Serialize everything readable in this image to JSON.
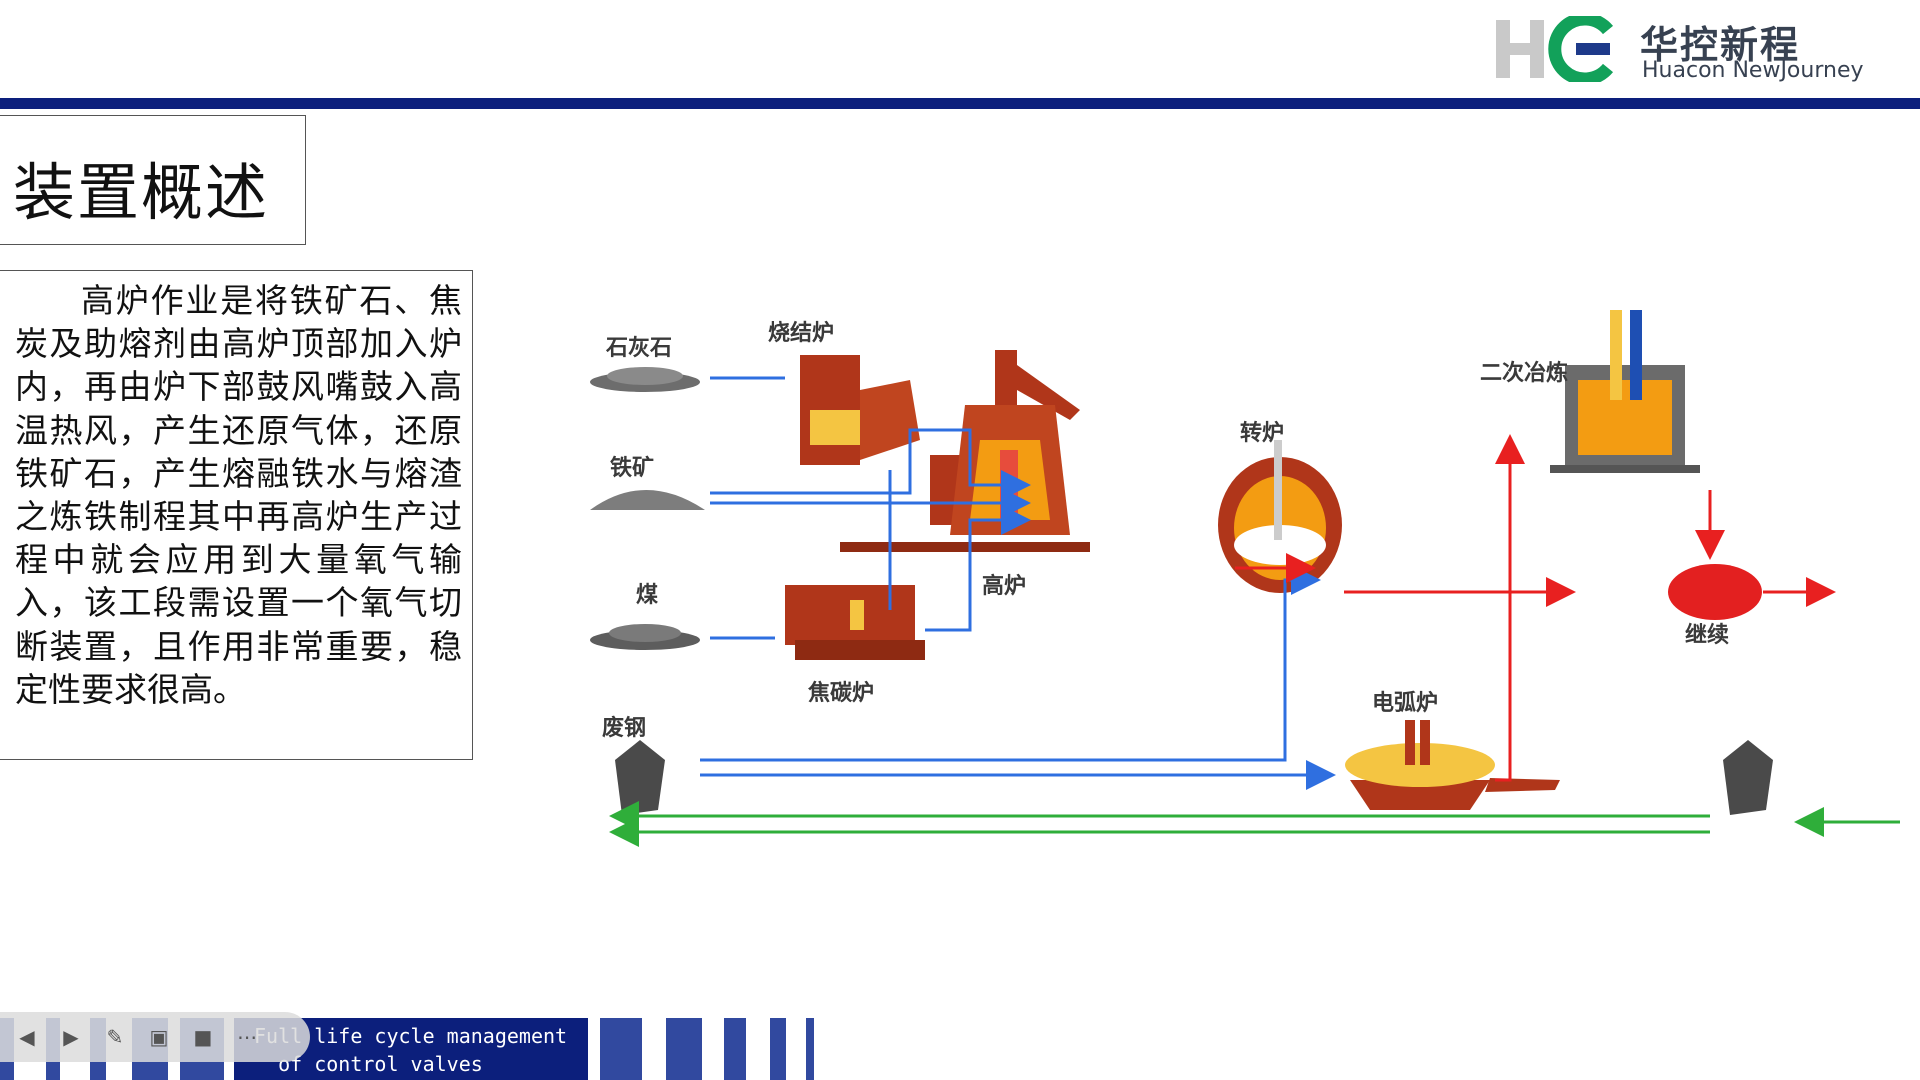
{
  "logo": {
    "mark": "HC",
    "cn": "华控新程",
    "en": "Huacon NewJourney"
  },
  "title": "装置概述",
  "description": "高炉作业是将铁矿石、焦炭及助熔剂由高炉顶部加入炉内，再由炉下部鼓风嘴鼓入高温热风，产生还原气体，还原铁矿石，产生熔融铁水与熔渣之炼铁制程其中再高炉生产过程中就会应用到大量氧气输入，该工段需设置一个氧气切断装置，且作用非常重要，稳定性要求很高。",
  "diagram": {
    "labels": {
      "limestone": "石灰石",
      "sinter": "烧结炉",
      "iron_ore": "铁矿",
      "coal": "煤",
      "coke_oven": "焦碳炉",
      "blast_furnace": "高炉",
      "converter": "转炉",
      "secondary": "二次冶炼",
      "continuous": "继续",
      "eaf": "电弧炉",
      "scrap": "废钢"
    },
    "colors": {
      "blue": "#2f6fe0",
      "red": "#e82020",
      "green": "#2fae3a",
      "furnace": "#b0361a"
    }
  },
  "footer": {
    "text": "Full life cycle management\n  of control valves"
  },
  "toolbar": {
    "icons": [
      "prev-icon",
      "next-icon",
      "pen-icon",
      "screenshot-icon",
      "camera-icon",
      "more-icon"
    ]
  },
  "colors": {
    "header_bar": "#0c1f7c",
    "footer_blocks": "#31499f"
  }
}
